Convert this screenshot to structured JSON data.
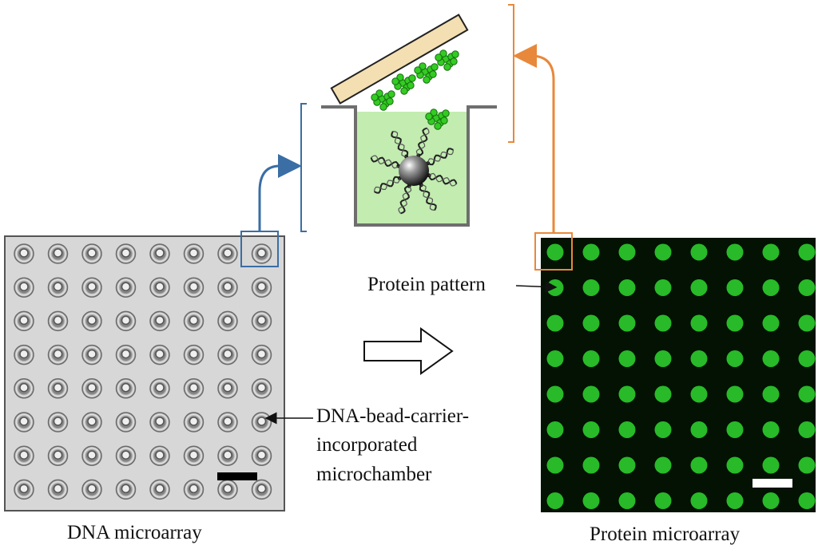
{
  "labels": {
    "dna_microarray": "DNA microarray",
    "protein_microarray": "Protein microarray",
    "protein_pattern": "Protein pattern",
    "microchamber_line1": "DNA-bead-carrier-",
    "microchamber_line2": "incorporated",
    "microchamber_line3": "microchamber"
  },
  "grid": {
    "rows": 8,
    "cols": 8
  },
  "colors": {
    "blue_accent": "#3a6ea5",
    "orange_accent": "#e8883a",
    "protein_spot": "#2fd82f",
    "protein_background": "#031203",
    "dna_background": "#d7d7d7",
    "chamber_fill": "#c2ecb0"
  },
  "icons": [
    "bead-icon",
    "dna-strand-icon",
    "protein-cluster-icon",
    "slide-icon",
    "hollow-arrow-icon"
  ]
}
